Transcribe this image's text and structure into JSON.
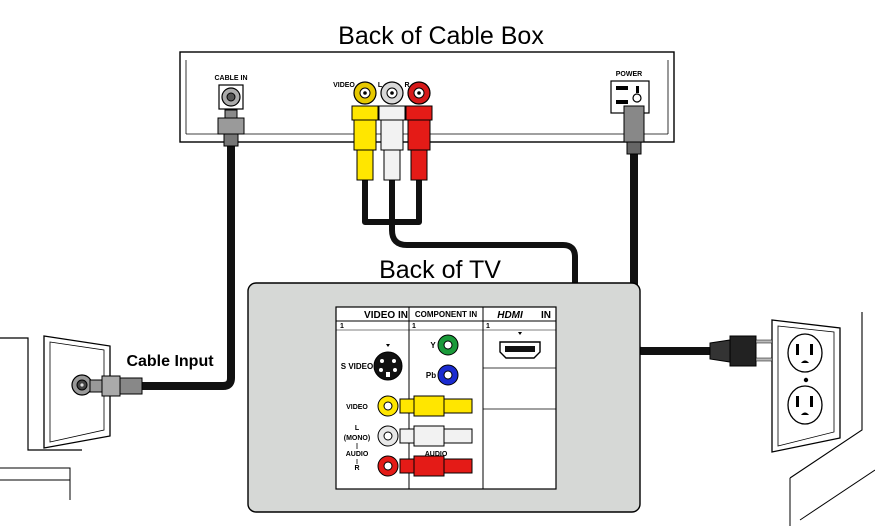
{
  "titles": {
    "cable_box": "Back of Cable Box",
    "tv": "Back of TV"
  },
  "cable_box": {
    "cable_in_label": "CABLE IN",
    "video_label": "VIDEO",
    "left_label": "L",
    "right_label": "R",
    "power_label": "POWER"
  },
  "tv_panel": {
    "video_in_header": "VIDEO IN",
    "component_in_header": "COMPONENT IN",
    "hdmi_logo": "HDMI",
    "hdmi_in_header": "IN",
    "slot_number": "1",
    "s_video_label": "S VIDEO",
    "video_label": "VIDEO",
    "audio_left_label": "L",
    "audio_mono_label": "(MONO)",
    "audio_label": "AUDIO",
    "audio_right_label": "R",
    "y_label": "Y",
    "pb_label": "Pb",
    "component_audio_label": "AUDIO"
  },
  "wall": {
    "cable_input_label": "Cable Input"
  },
  "colors": {
    "cable_black": "#111111",
    "video_yellow": "#ffe600",
    "audio_white": "#f2f2f2",
    "audio_red": "#e41b17",
    "component_green": "#1a9a3a",
    "component_blue": "#1a2bd0",
    "tv_gray": "#d6d8d6"
  }
}
